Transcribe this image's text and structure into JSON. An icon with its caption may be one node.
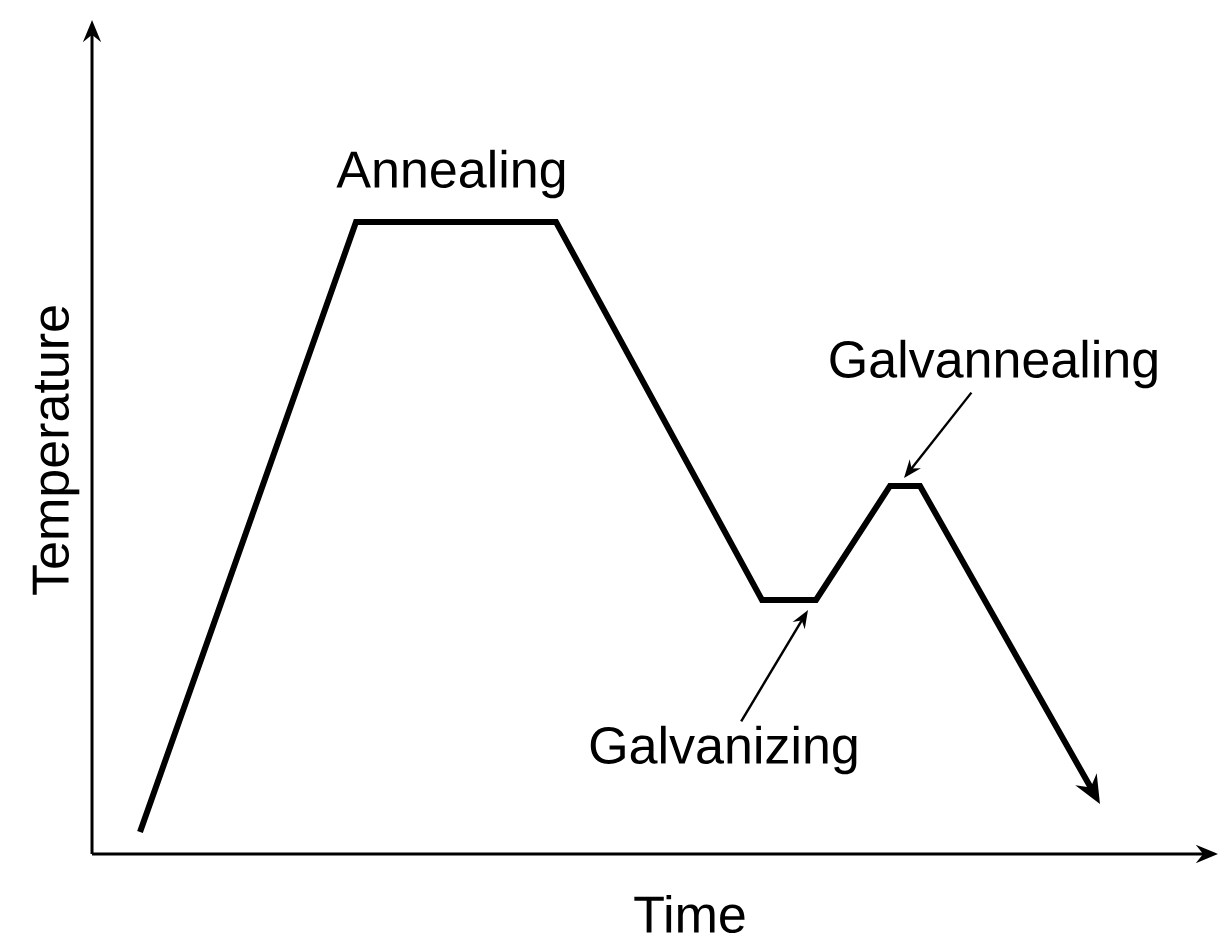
{
  "diagram": {
    "nodes": [
      {
        "text": [
          "Galvannealing"
        ]
      },
      {
        "text": [
          "Galvanizing"
        ]
      }
    ],
    "edges": [
      {
        "from": 0,
        "to": null,
        "arrow": "to"
      },
      {
        "from": 1,
        "to": null,
        "arrow": "to"
      }
    ],
    "labels": [
      "Annealing",
      "Temperature",
      "Time"
    ]
  }
}
